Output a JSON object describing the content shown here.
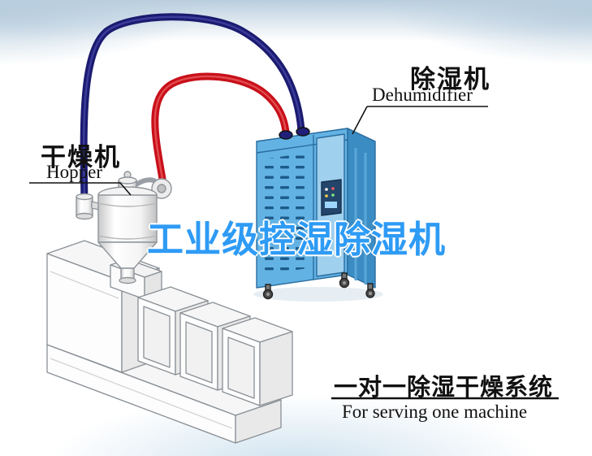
{
  "scene": {
    "watermark": {
      "text": "工业级控湿除湿机",
      "color": "#2E9BF5"
    },
    "labels": {
      "hopper": {
        "zh": "干燥机",
        "en": "Hopper"
      },
      "dehumidifier": {
        "zh": "除湿机",
        "en": "Dehumidifier"
      }
    },
    "caption": {
      "zh": "一对一除湿干燥系统",
      "en": "For serving one machine"
    },
    "colors": {
      "pipe_blue": "#1B1B70",
      "pipe_blue_highlight": "#4545A8",
      "pipe_red": "#C8101A",
      "pipe_red_highlight": "#E85A5A",
      "machine_front": "#63B2E4",
      "machine_side": "#3C8CC4",
      "machine_top": "#AEDAF2",
      "machine_outline": "#2A6D9E",
      "vent_slot": "#1C5B8A",
      "door_panel": "#9FD0EE",
      "control_box": "#24456B",
      "label_ink": "#111111"
    }
  }
}
